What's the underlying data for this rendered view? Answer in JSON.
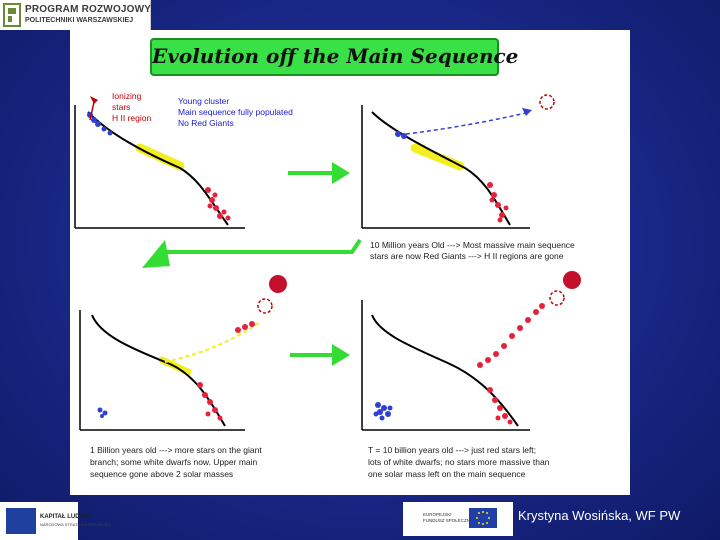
{
  "header": {
    "logo_line1": "PROGRAM ROZWOJOWY",
    "logo_line2": "POLITECHNIKI WARSZAWSKIEJ"
  },
  "slide": {
    "title": "Evolution off the Main Sequence",
    "panel1": {
      "side_labels": [
        "Ionizing",
        "stars",
        "H II region"
      ],
      "notes": [
        "Young cluster",
        "Main sequence fully populated",
        "No Red Giants"
      ]
    },
    "panel2": {
      "caption": [
        "10 Million years Old ---> Most massive main sequence",
        "stars are now Red Giants ---> H II regions are gone"
      ]
    },
    "panel3": {
      "caption": [
        "1 Billion years old ---> more stars on the giant",
        "branch; some white dwarfs now. Upper main",
        "sequence gone above 2 solar masses"
      ]
    },
    "panel4": {
      "caption": [
        "T = 10 billion years old ---> just red stars left;",
        "lots of white dwarfs; no stars more massive than",
        "one solar mass left on the main sequence"
      ]
    }
  },
  "footer": {
    "left_logo": "KAPITAŁ LUDZKI",
    "left_logo_sub": "NARODOWA STRATEGIA SPÓJNOŚCI",
    "mid_logo": [
      "EUROPEJSKI",
      "FUNDUSZ SPOŁECZNY"
    ],
    "author": "Krystyna Wosińska, WF PW"
  },
  "colors": {
    "background": "#1b2a8e",
    "title_box": "#39e046",
    "arrow": "#33dd33",
    "red_stars": "#e8203a",
    "blue_stars": "#3040d0",
    "yellow_band": "#f2ee20"
  }
}
